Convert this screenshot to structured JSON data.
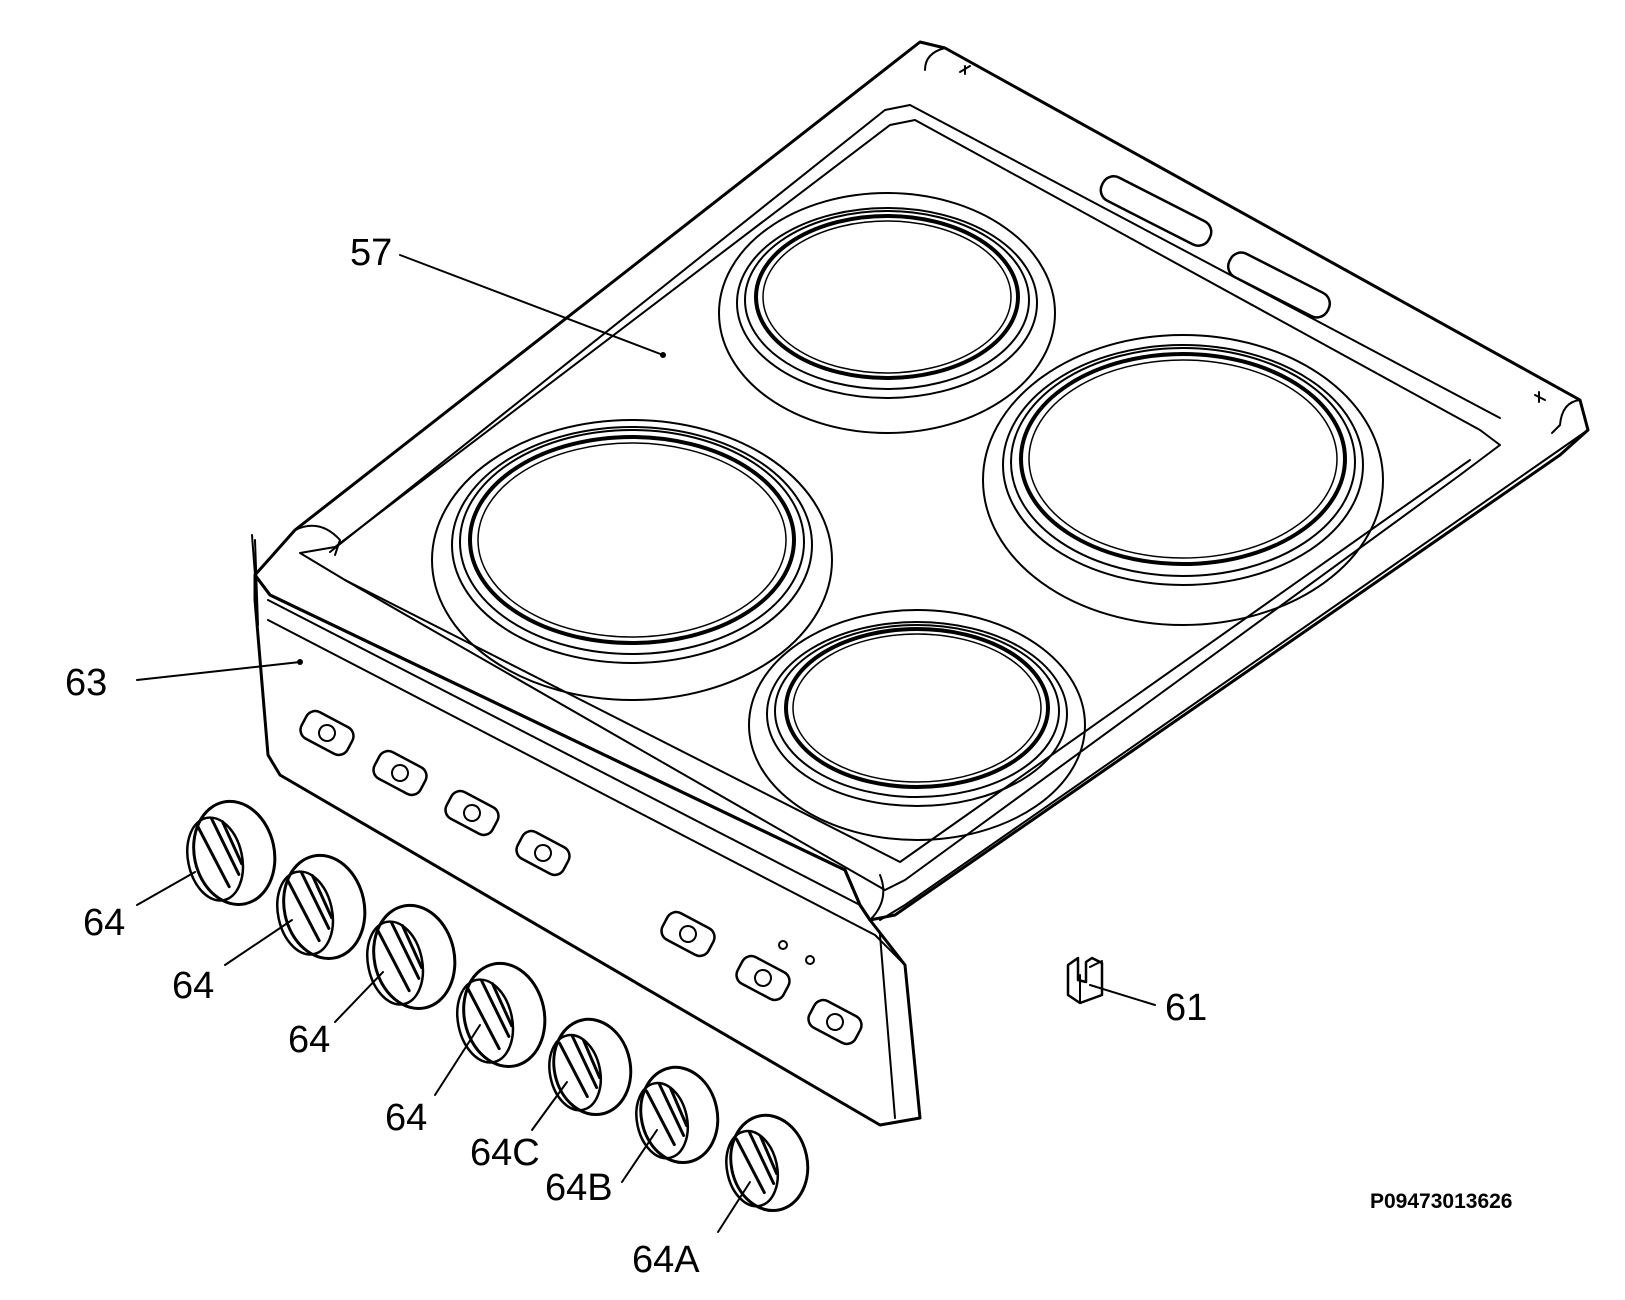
{
  "parts": [
    {
      "id": "57"
    },
    {
      "id": "63"
    },
    {
      "id": "61"
    },
    {
      "id": "64"
    },
    {
      "id": "64"
    },
    {
      "id": "64"
    },
    {
      "id": "64"
    },
    {
      "id": "64C"
    },
    {
      "id": "64B"
    },
    {
      "id": "64A"
    }
  ],
  "drawing_code": "P09473013626"
}
